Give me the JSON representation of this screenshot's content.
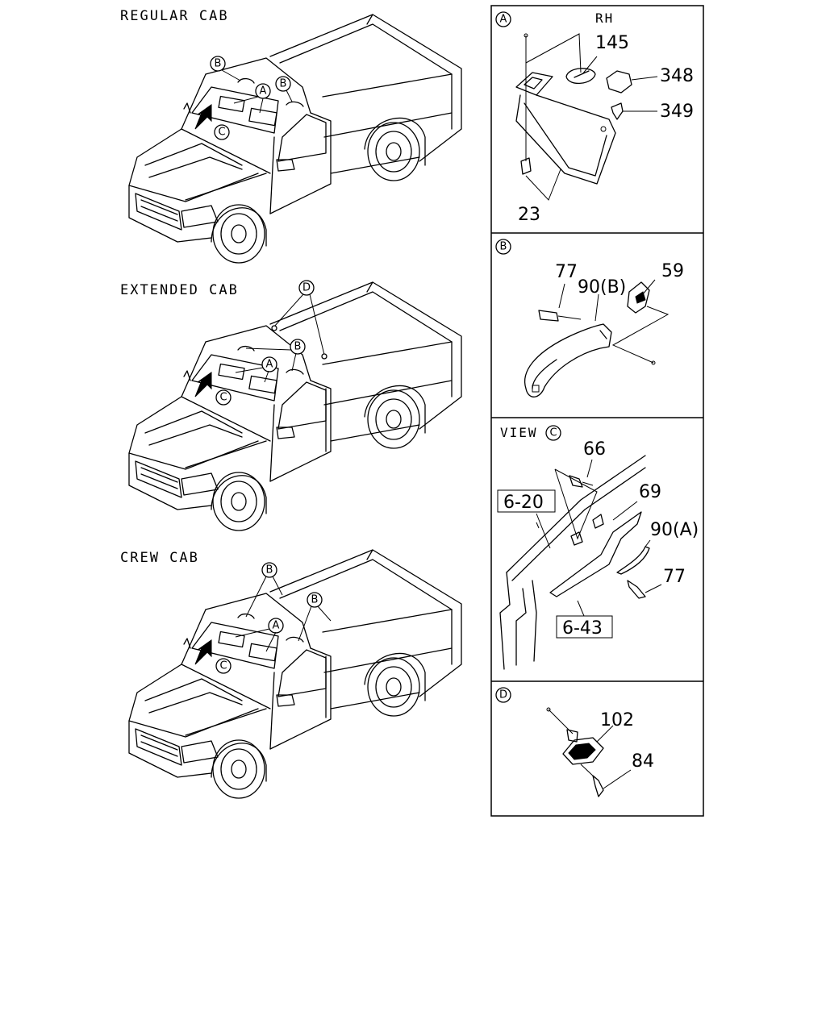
{
  "cabs": {
    "regular": "REGULAR CAB",
    "extended": "EXTENDED CAB",
    "crew": "CREW CAB"
  },
  "callouts": {
    "a": "A",
    "b": "B",
    "c": "C",
    "d": "D"
  },
  "panel_a": {
    "label": "A",
    "side": "RH",
    "parts": [
      "145",
      "348",
      "349",
      "23"
    ]
  },
  "panel_b": {
    "label": "B",
    "parts": [
      "77",
      "90(B)",
      "59"
    ]
  },
  "panel_c": {
    "label": "C",
    "view": "VIEW",
    "parts": [
      "66",
      "69",
      "90(A)",
      "77"
    ],
    "refs": [
      "6-20",
      "6-43"
    ]
  },
  "panel_d": {
    "label": "D",
    "parts": [
      "102",
      "84"
    ]
  }
}
